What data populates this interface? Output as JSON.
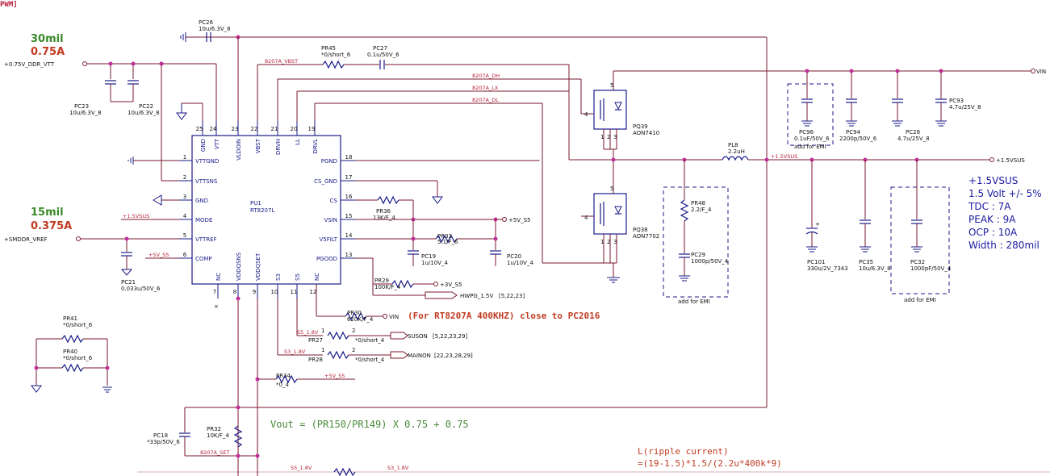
{
  "header_fragment": "PWM]",
  "current_notes": {
    "vtt_width": "30mil",
    "vtt_current": "0.75A",
    "vref_width": "15mil",
    "vref_current": "0.375A"
  },
  "nets": {
    "ddr_vtt": "+0.75V_DDR_VTT",
    "smddr_vref": "+SMDDR_VREF",
    "v15sus_mode": "+1.5VSUS",
    "v5s5_comp": "+5V_S5",
    "v5s5_vsin": "+5V_S5",
    "v3s5": "+3V_S5",
    "hwpg": "HWPG_1.5V",
    "hwpg_refs": "[5,22,23]",
    "vin_pr30": "VIN",
    "vin_top": "VIN",
    "out_15vsus": "+1.5VSUS",
    "out_15vsus_left": "+1.5VSUS",
    "suson": "SUSON",
    "suson_refs": "[5,22,23,29]",
    "mainon": "MAINON",
    "mainon_refs": "[22,23,28,29]",
    "v5s5_pr34": "+5V_S5",
    "s5_18v": "S5_1.8V",
    "s3_18v": "S3_1.8V",
    "s5_18v_bottom": "S5_1.8V",
    "s3_18v_bottom": "S3_1.8V",
    "vbst": "8207A_VBST",
    "dh": "8207A_DH",
    "lx": "8207A_LX",
    "dl": "8207A_DL",
    "set": "8207A_SET"
  },
  "ic": {
    "ref": "PU1",
    "part": "RT8207L",
    "left_pins": [
      {
        "num": "1",
        "name": "VTTGND"
      },
      {
        "num": "2",
        "name": "VTTSNS"
      },
      {
        "num": "3",
        "name": "GND"
      },
      {
        "num": "4",
        "name": "MODE"
      },
      {
        "num": "5",
        "name": "VTTREF"
      },
      {
        "num": "6",
        "name": "COMP"
      }
    ],
    "right_pins": [
      {
        "num": "18",
        "name": "PGND"
      },
      {
        "num": "17",
        "name": "CS_GND"
      },
      {
        "num": "16",
        "name": "CS"
      },
      {
        "num": "15",
        "name": "VSIN"
      },
      {
        "num": "14",
        "name": "V5FILT"
      },
      {
        "num": "13",
        "name": "PGOOD"
      }
    ],
    "top_pins": [
      {
        "num": "25",
        "name": "GND"
      },
      {
        "num": "24",
        "name": "VTT"
      },
      {
        "num": "23",
        "name": "VLDOIN"
      },
      {
        "num": "22",
        "name": "VBST"
      },
      {
        "num": "21",
        "name": "DRVH"
      },
      {
        "num": "20",
        "name": "LL"
      },
      {
        "num": "19",
        "name": "DRVL"
      }
    ],
    "bottom_pins": [
      {
        "num": "7",
        "name": "NC"
      },
      {
        "num": "8",
        "name": "VDDQSNS"
      },
      {
        "num": "9",
        "name": "VDDQSET"
      },
      {
        "num": "10",
        "name": "S3"
      },
      {
        "num": "11",
        "name": "S5"
      },
      {
        "num": "12",
        "name": "NC"
      }
    ]
  },
  "components": {
    "pc26": {
      "ref": "PC26",
      "val": "10u/6.3V_8"
    },
    "pr45": {
      "ref": "PR45",
      "val": "*0/short_6"
    },
    "pc27": {
      "ref": "PC27",
      "val": "0.1u/50V_6"
    },
    "pc23": {
      "ref": "PC23",
      "val": "10u/6.3V_8"
    },
    "pc22": {
      "ref": "PC22",
      "val": "10u/6.3V_8"
    },
    "pc21": {
      "ref": "PC21",
      "val": "0.033u/50V_6"
    },
    "pr36": {
      "ref": "PR36",
      "val": "13K/F_4"
    },
    "pr33": {
      "ref": "PR33",
      "val": "5.1/F_6"
    },
    "pc19": {
      "ref": "PC19",
      "val": "1u/10V_4"
    },
    "pc20": {
      "ref": "PC20",
      "val": "1u/10V_4"
    },
    "pr29": {
      "ref": "PR29",
      "val": "100K/F_4"
    },
    "pr30": {
      "ref": "PR30",
      "val": "620K/F_4"
    },
    "pr27": {
      "ref": "PR27",
      "val": "*0/short_4"
    },
    "pr28": {
      "ref": "PR28",
      "val": "*0/short_4"
    },
    "pr34": {
      "ref": "PR34",
      "val": "*0_4"
    },
    "pr41": {
      "ref": "PR41",
      "val": "*0/short_6"
    },
    "pr40": {
      "ref": "PR40",
      "val": "*0/short_6"
    },
    "pc18": {
      "ref": "PC18",
      "val": "*33p/50V_6"
    },
    "pr32": {
      "ref": "PR32",
      "val": "10K/F_4"
    },
    "pq39": {
      "ref": "PQ39",
      "val": "AON7410"
    },
    "pq38": {
      "ref": "PQ38",
      "val": "AON7702"
    },
    "pl8": {
      "ref": "PL8",
      "val": "2.2uH"
    },
    "pr48": {
      "ref": "PR48",
      "val": "2.2/F_4"
    },
    "pc29": {
      "ref": "PC29",
      "val": "1000p/50V_4"
    },
    "pc96": {
      "ref": "PC96",
      "val": "0.1uF/50V_6"
    },
    "pc94": {
      "ref": "PC94",
      "val": "2200p/50V_6"
    },
    "pc28": {
      "ref": "PC28",
      "val": "4.7u/25V_8"
    },
    "pc93": {
      "ref": "PC93",
      "val": "4.7u/25V_8"
    },
    "pc101": {
      "ref": "PC101",
      "val": "330u/2V_7343"
    },
    "pc35": {
      "ref": "PC35",
      "val": "10u/6.3V_8"
    },
    "pc32": {
      "ref": "PC32",
      "val": "1000pF/50V_4"
    }
  },
  "emi_labels": {
    "top": "add for EMI",
    "snubber": "add for EMI",
    "right": "add for EMI"
  },
  "notes": {
    "rt8207a": "(For RT8207A  400KHZ) close to PC2016",
    "vout": "Vout = (PR150/PR149) X 0.75 + 0.75",
    "ripple_title": "L(ripple current)",
    "ripple_formula": "=(19-1.5)*1.5/(2.2u*400k*9)"
  },
  "spec": {
    "rail": "+1.5VSUS",
    "volt": "1.5 Volt +/- 5%",
    "tdc": "TDC : 7A",
    "peak": "PEAK : 9A",
    "ocp": "OCP : 10A",
    "width": "Width : 280mil"
  },
  "colors": {
    "wire": "#7a1a2e",
    "component": "#1a1a8a",
    "node_dot": "#c0309a",
    "net_label": "#b8213a",
    "spec_text": "#1a1aa0"
  }
}
